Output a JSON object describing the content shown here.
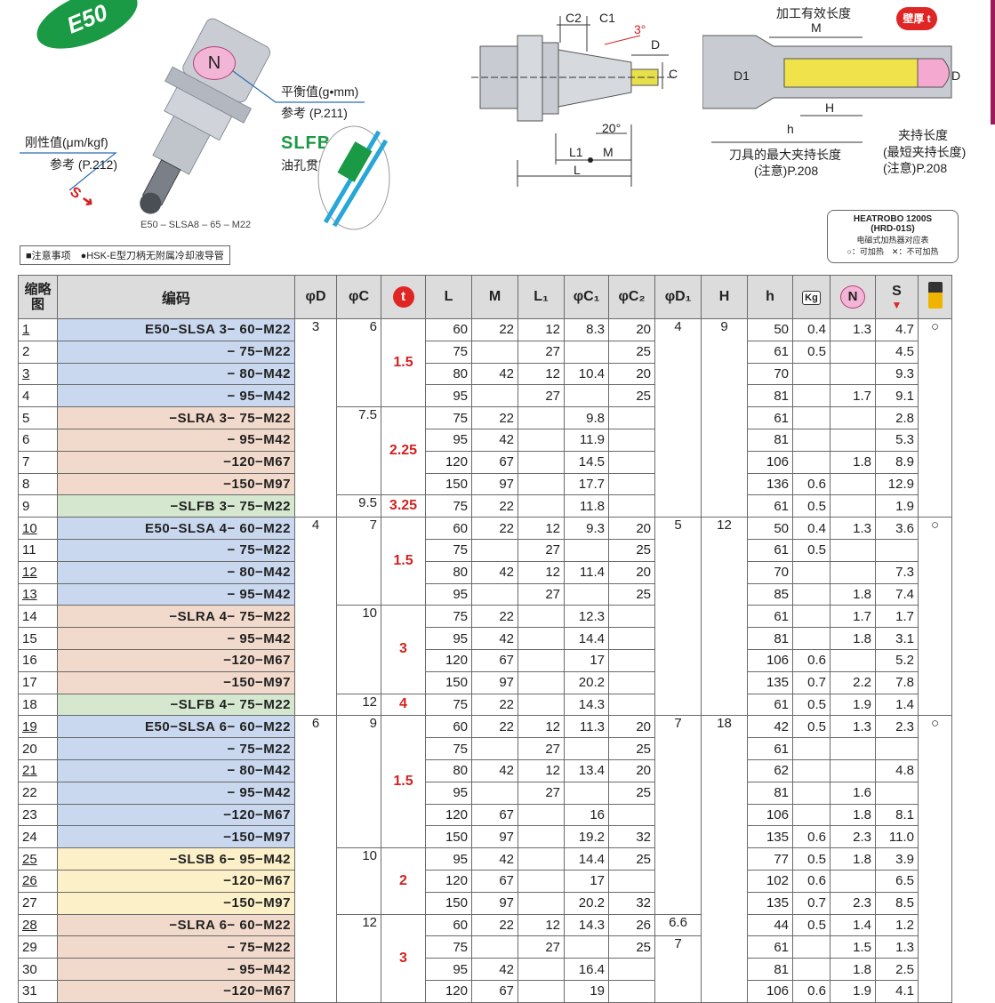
{
  "badge": "E50",
  "photo": {
    "n_label": "N",
    "balance": "平衡值(g•mm)",
    "balance_ref": "参考 (P.211)",
    "rigidity": "刚性值(μm/kgf)",
    "rigidity_ref": "参考 (P.212)",
    "s_label": "S",
    "slfb_title": "SLFB",
    "slfb_desc": "油孔贯穿",
    "caption": "E50 – SLSA8 – 65 – M22"
  },
  "diagram1": {
    "c2": "C2",
    "c1": "C1",
    "angle3": "3°",
    "d": "D",
    "c": "C",
    "angle20": "20°",
    "l1": "L1",
    "m": "M",
    "l": "L"
  },
  "diagram2": {
    "effective": "加工有效长度",
    "m": "M",
    "d1": "D1",
    "h_upper": "H",
    "h_lower": "h",
    "d": "D",
    "t_badge": "壁厚 t",
    "max_clamp": "刀具的最大夹持长度",
    "max_clamp_ref": "(注意)P.208",
    "clamp": "夹持长度",
    "min_clamp": "(最短夹持长度)",
    "min_clamp_ref": "(注意)P.208"
  },
  "heatrobo": {
    "title1": "HEATROBO 1200S",
    "title2": "(HRD-01S)",
    "subtitle": "电磁式加热器对应表",
    "legend": "○：可加热　✕：不可加热"
  },
  "notice": "■注意事项　●HSK-E型刀柄无附属冷却液导管",
  "headers": {
    "no": "缩略图",
    "code": "编码",
    "d": "φD",
    "c": "φC",
    "t": "t",
    "l": "L",
    "m": "M",
    "l1": "L₁",
    "c1": "φC₁",
    "c2": "φC₂",
    "d1": "φD₁",
    "hh": "H",
    "h": "h",
    "kg": "Kg",
    "n": "N",
    "s": "S"
  },
  "colors": {
    "blue": "#c9d8ee",
    "tan": "#f1d9cb",
    "green": "#d5e8cf",
    "yellow": "#fbf0c8",
    "badge_green": "#1a9a44",
    "red": "#e02525"
  },
  "rows": [
    {
      "no": "1",
      "code": "E50−SLSA 3− 60−M22",
      "L": "60",
      "M": "22",
      "L1": "12",
      "C1": "8.3",
      "C2": "20",
      "h": "50",
      "kg": "0.4",
      "n": "1.3",
      "s": "4.7"
    },
    {
      "no": "2",
      "code": "− 75−M22",
      "L": "75",
      "M": "",
      "L1": "27",
      "C1": "",
      "C2": "25",
      "h": "61",
      "kg": "0.5",
      "n": "",
      "s": "4.5"
    },
    {
      "no": "3",
      "code": "− 80−M42",
      "L": "80",
      "M": "42",
      "L1": "12",
      "C1": "10.4",
      "C2": "20",
      "h": "70",
      "kg": "",
      "n": "",
      "s": "9.3"
    },
    {
      "no": "4",
      "code": "− 95−M42",
      "L": "95",
      "M": "",
      "L1": "27",
      "C1": "",
      "C2": "25",
      "h": "81",
      "kg": "",
      "n": "1.7",
      "s": "9.1"
    },
    {
      "no": "5",
      "code": "−SLRA 3− 75−M22",
      "L": "75",
      "M": "22",
      "L1": "",
      "C1": "9.8",
      "C2": "",
      "h": "61",
      "kg": "",
      "n": "",
      "s": "2.8"
    },
    {
      "no": "6",
      "code": "− 95−M42",
      "L": "95",
      "M": "42",
      "L1": "",
      "C1": "11.9",
      "C2": "",
      "h": "81",
      "kg": "",
      "n": "",
      "s": "5.3"
    },
    {
      "no": "7",
      "code": "−120−M67",
      "L": "120",
      "M": "67",
      "L1": "",
      "C1": "14.5",
      "C2": "",
      "h": "106",
      "kg": "",
      "n": "1.8",
      "s": "8.9"
    },
    {
      "no": "8",
      "code": "−150−M97",
      "L": "150",
      "M": "97",
      "L1": "",
      "C1": "17.7",
      "C2": "",
      "h": "136",
      "kg": "0.6",
      "n": "",
      "s": "12.9"
    },
    {
      "no": "9",
      "code": "−SLFB 3− 75−M22",
      "L": "75",
      "M": "22",
      "L1": "",
      "C1": "11.8",
      "C2": "",
      "h": "61",
      "kg": "0.5",
      "n": "",
      "s": "1.9"
    },
    {
      "no": "10",
      "code": "E50−SLSA 4− 60−M22",
      "L": "60",
      "M": "22",
      "L1": "12",
      "C1": "9.3",
      "C2": "20",
      "h": "50",
      "kg": "0.4",
      "n": "1.3",
      "s": "3.6"
    },
    {
      "no": "11",
      "code": "− 75−M22",
      "L": "75",
      "M": "",
      "L1": "27",
      "C1": "",
      "C2": "25",
      "h": "61",
      "kg": "0.5",
      "n": "",
      "s": ""
    },
    {
      "no": "12",
      "code": "− 80−M42",
      "L": "80",
      "M": "42",
      "L1": "12",
      "C1": "11.4",
      "C2": "20",
      "h": "70",
      "kg": "",
      "n": "",
      "s": "7.3"
    },
    {
      "no": "13",
      "code": "− 95−M42",
      "L": "95",
      "M": "",
      "L1": "27",
      "C1": "",
      "C2": "25",
      "h": "85",
      "kg": "",
      "n": "1.8",
      "s": "7.4"
    },
    {
      "no": "14",
      "code": "−SLRA 4− 75−M22",
      "L": "75",
      "M": "22",
      "L1": "",
      "C1": "12.3",
      "C2": "",
      "h": "61",
      "kg": "",
      "n": "1.7",
      "s": "1.7"
    },
    {
      "no": "15",
      "code": "− 95−M42",
      "L": "95",
      "M": "42",
      "L1": "",
      "C1": "14.4",
      "C2": "",
      "h": "81",
      "kg": "",
      "n": "1.8",
      "s": "3.1"
    },
    {
      "no": "16",
      "code": "−120−M67",
      "L": "120",
      "M": "67",
      "L1": "",
      "C1": "17",
      "C2": "",
      "h": "106",
      "kg": "0.6",
      "n": "",
      "s": "5.2"
    },
    {
      "no": "17",
      "code": "−150−M97",
      "L": "150",
      "M": "97",
      "L1": "",
      "C1": "20.2",
      "C2": "",
      "h": "135",
      "kg": "0.7",
      "n": "2.2",
      "s": "7.8"
    },
    {
      "no": "18",
      "code": "−SLFB 4− 75−M22",
      "L": "75",
      "M": "22",
      "L1": "",
      "C1": "14.3",
      "C2": "",
      "h": "61",
      "kg": "0.5",
      "n": "1.9",
      "s": "1.4"
    },
    {
      "no": "19",
      "code": "E50−SLSA 6− 60−M22",
      "L": "60",
      "M": "22",
      "L1": "12",
      "C1": "11.3",
      "C2": "20",
      "h": "42",
      "kg": "0.5",
      "n": "1.3",
      "s": "2.3"
    },
    {
      "no": "20",
      "code": "− 75−M22",
      "L": "75",
      "M": "",
      "L1": "27",
      "C1": "",
      "C2": "25",
      "h": "61",
      "kg": "",
      "n": "",
      "s": ""
    },
    {
      "no": "21",
      "code": "− 80−M42",
      "L": "80",
      "M": "42",
      "L1": "12",
      "C1": "13.4",
      "C2": "20",
      "h": "62",
      "kg": "",
      "n": "",
      "s": "4.8"
    },
    {
      "no": "22",
      "code": "− 95−M42",
      "L": "95",
      "M": "",
      "L1": "27",
      "C1": "",
      "C2": "25",
      "h": "81",
      "kg": "",
      "n": "1.6",
      "s": ""
    },
    {
      "no": "23",
      "code": "−120−M67",
      "L": "120",
      "M": "67",
      "L1": "",
      "C1": "16",
      "C2": "",
      "h": "106",
      "kg": "",
      "n": "1.8",
      "s": "8.1"
    },
    {
      "no": "24",
      "code": "−150−M97",
      "L": "150",
      "M": "97",
      "L1": "",
      "C1": "19.2",
      "C2": "32",
      "h": "135",
      "kg": "0.6",
      "n": "2.3",
      "s": "11.0"
    },
    {
      "no": "25",
      "code": "−SLSB 6− 95−M42",
      "L": "95",
      "M": "42",
      "L1": "",
      "C1": "14.4",
      "C2": "25",
      "h": "77",
      "kg": "0.5",
      "n": "1.8",
      "s": "3.9"
    },
    {
      "no": "26",
      "code": "−120−M67",
      "L": "120",
      "M": "67",
      "L1": "",
      "C1": "17",
      "C2": "",
      "h": "102",
      "kg": "0.6",
      "n": "",
      "s": "6.5"
    },
    {
      "no": "27",
      "code": "−150−M97",
      "L": "150",
      "M": "97",
      "L1": "",
      "C1": "20.2",
      "C2": "32",
      "h": "135",
      "kg": "0.7",
      "n": "2.3",
      "s": "8.5"
    },
    {
      "no": "28",
      "code": "−SLRA 6− 60−M22",
      "L": "60",
      "M": "22",
      "L1": "12",
      "C1": "14.3",
      "C2": "26",
      "h": "44",
      "kg": "0.5",
      "n": "1.4",
      "s": "1.2"
    },
    {
      "no": "29",
      "code": "− 75−M22",
      "L": "75",
      "M": "",
      "L1": "27",
      "C1": "",
      "C2": "25",
      "h": "61",
      "kg": "",
      "n": "1.5",
      "s": "1.3"
    },
    {
      "no": "30",
      "code": "− 95−M42",
      "L": "95",
      "M": "42",
      "L1": "",
      "C1": "16.4",
      "C2": "",
      "h": "81",
      "kg": "",
      "n": "1.8",
      "s": "2.5"
    },
    {
      "no": "31",
      "code": "−120−M67",
      "L": "120",
      "M": "67",
      "L1": "",
      "C1": "19",
      "C2": "",
      "h": "106",
      "kg": "0.6",
      "n": "1.9",
      "s": "4.1"
    }
  ],
  "groups": {
    "d": [
      "3",
      "4",
      "6"
    ],
    "c": [
      "6",
      "7.5",
      "9.5",
      "7",
      "10",
      "12",
      "9",
      "10",
      "12"
    ],
    "t": [
      "1.5",
      "2.25",
      "3.25",
      "1.5",
      "3",
      "4",
      "1.5",
      "2",
      "3"
    ],
    "d1": [
      "4",
      "5",
      "7",
      "6.6",
      "7"
    ],
    "hh": [
      "9",
      "12",
      "18"
    ],
    "heat": [
      "○",
      "○",
      "○"
    ]
  }
}
